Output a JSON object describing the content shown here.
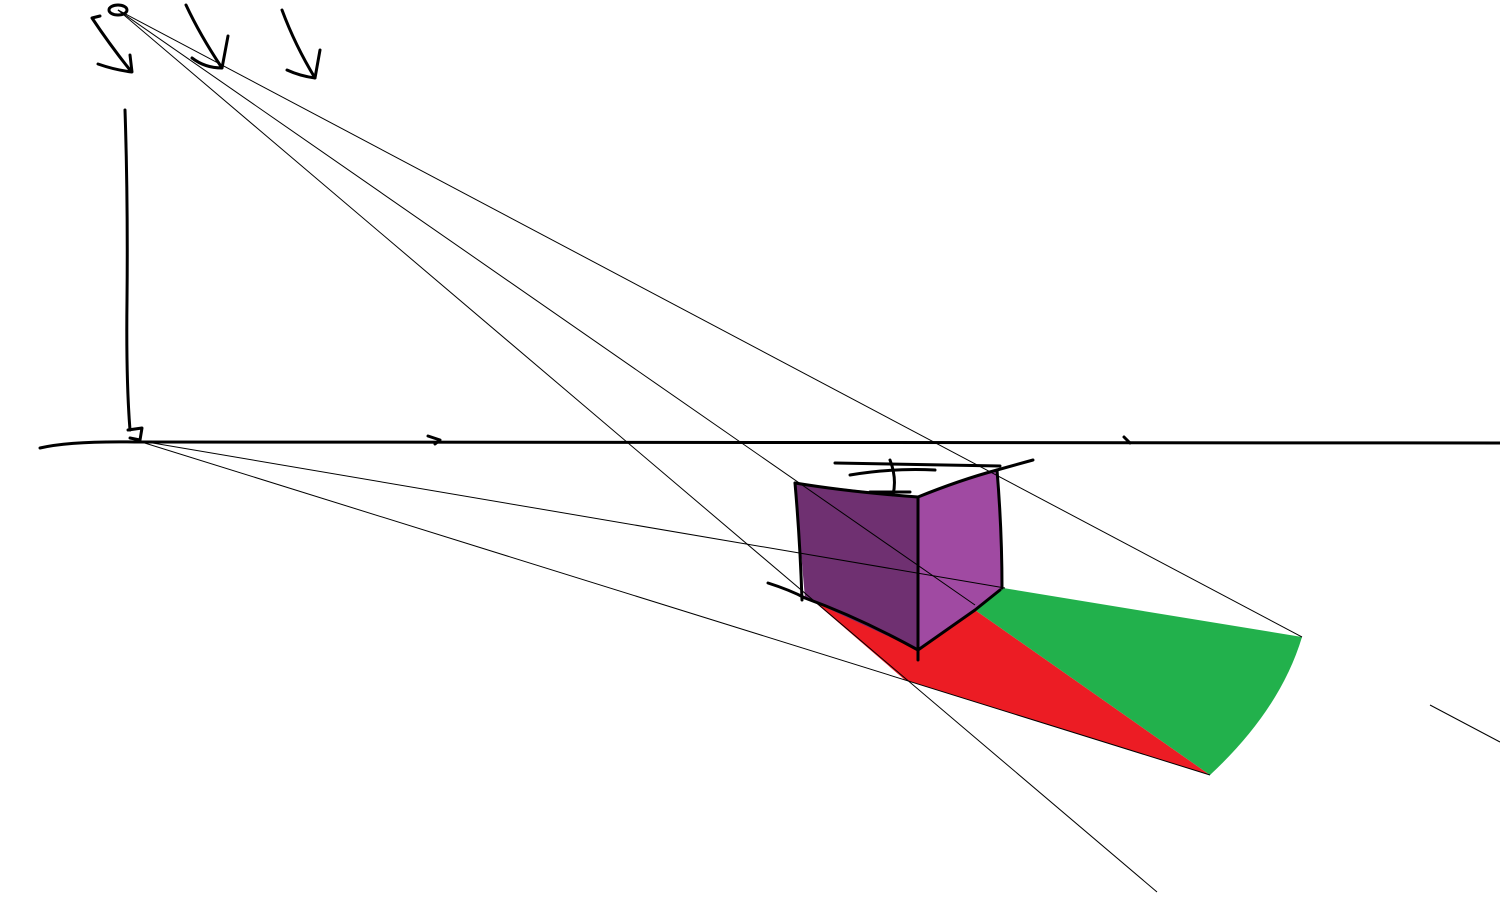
{
  "canvas": {
    "background": "#ffffff"
  },
  "colors": {
    "stroke": "#000000",
    "box_left_face": "#6f3071",
    "box_right_face": "#a04aa2",
    "shadow_left": "#ec1c24",
    "shadow_right": "#22b14c"
  },
  "elements": [
    "light-source",
    "light-ray-arrows",
    "light-pole",
    "horizon-line",
    "vanishing-point",
    "box",
    "shadow",
    "projection-lines"
  ]
}
